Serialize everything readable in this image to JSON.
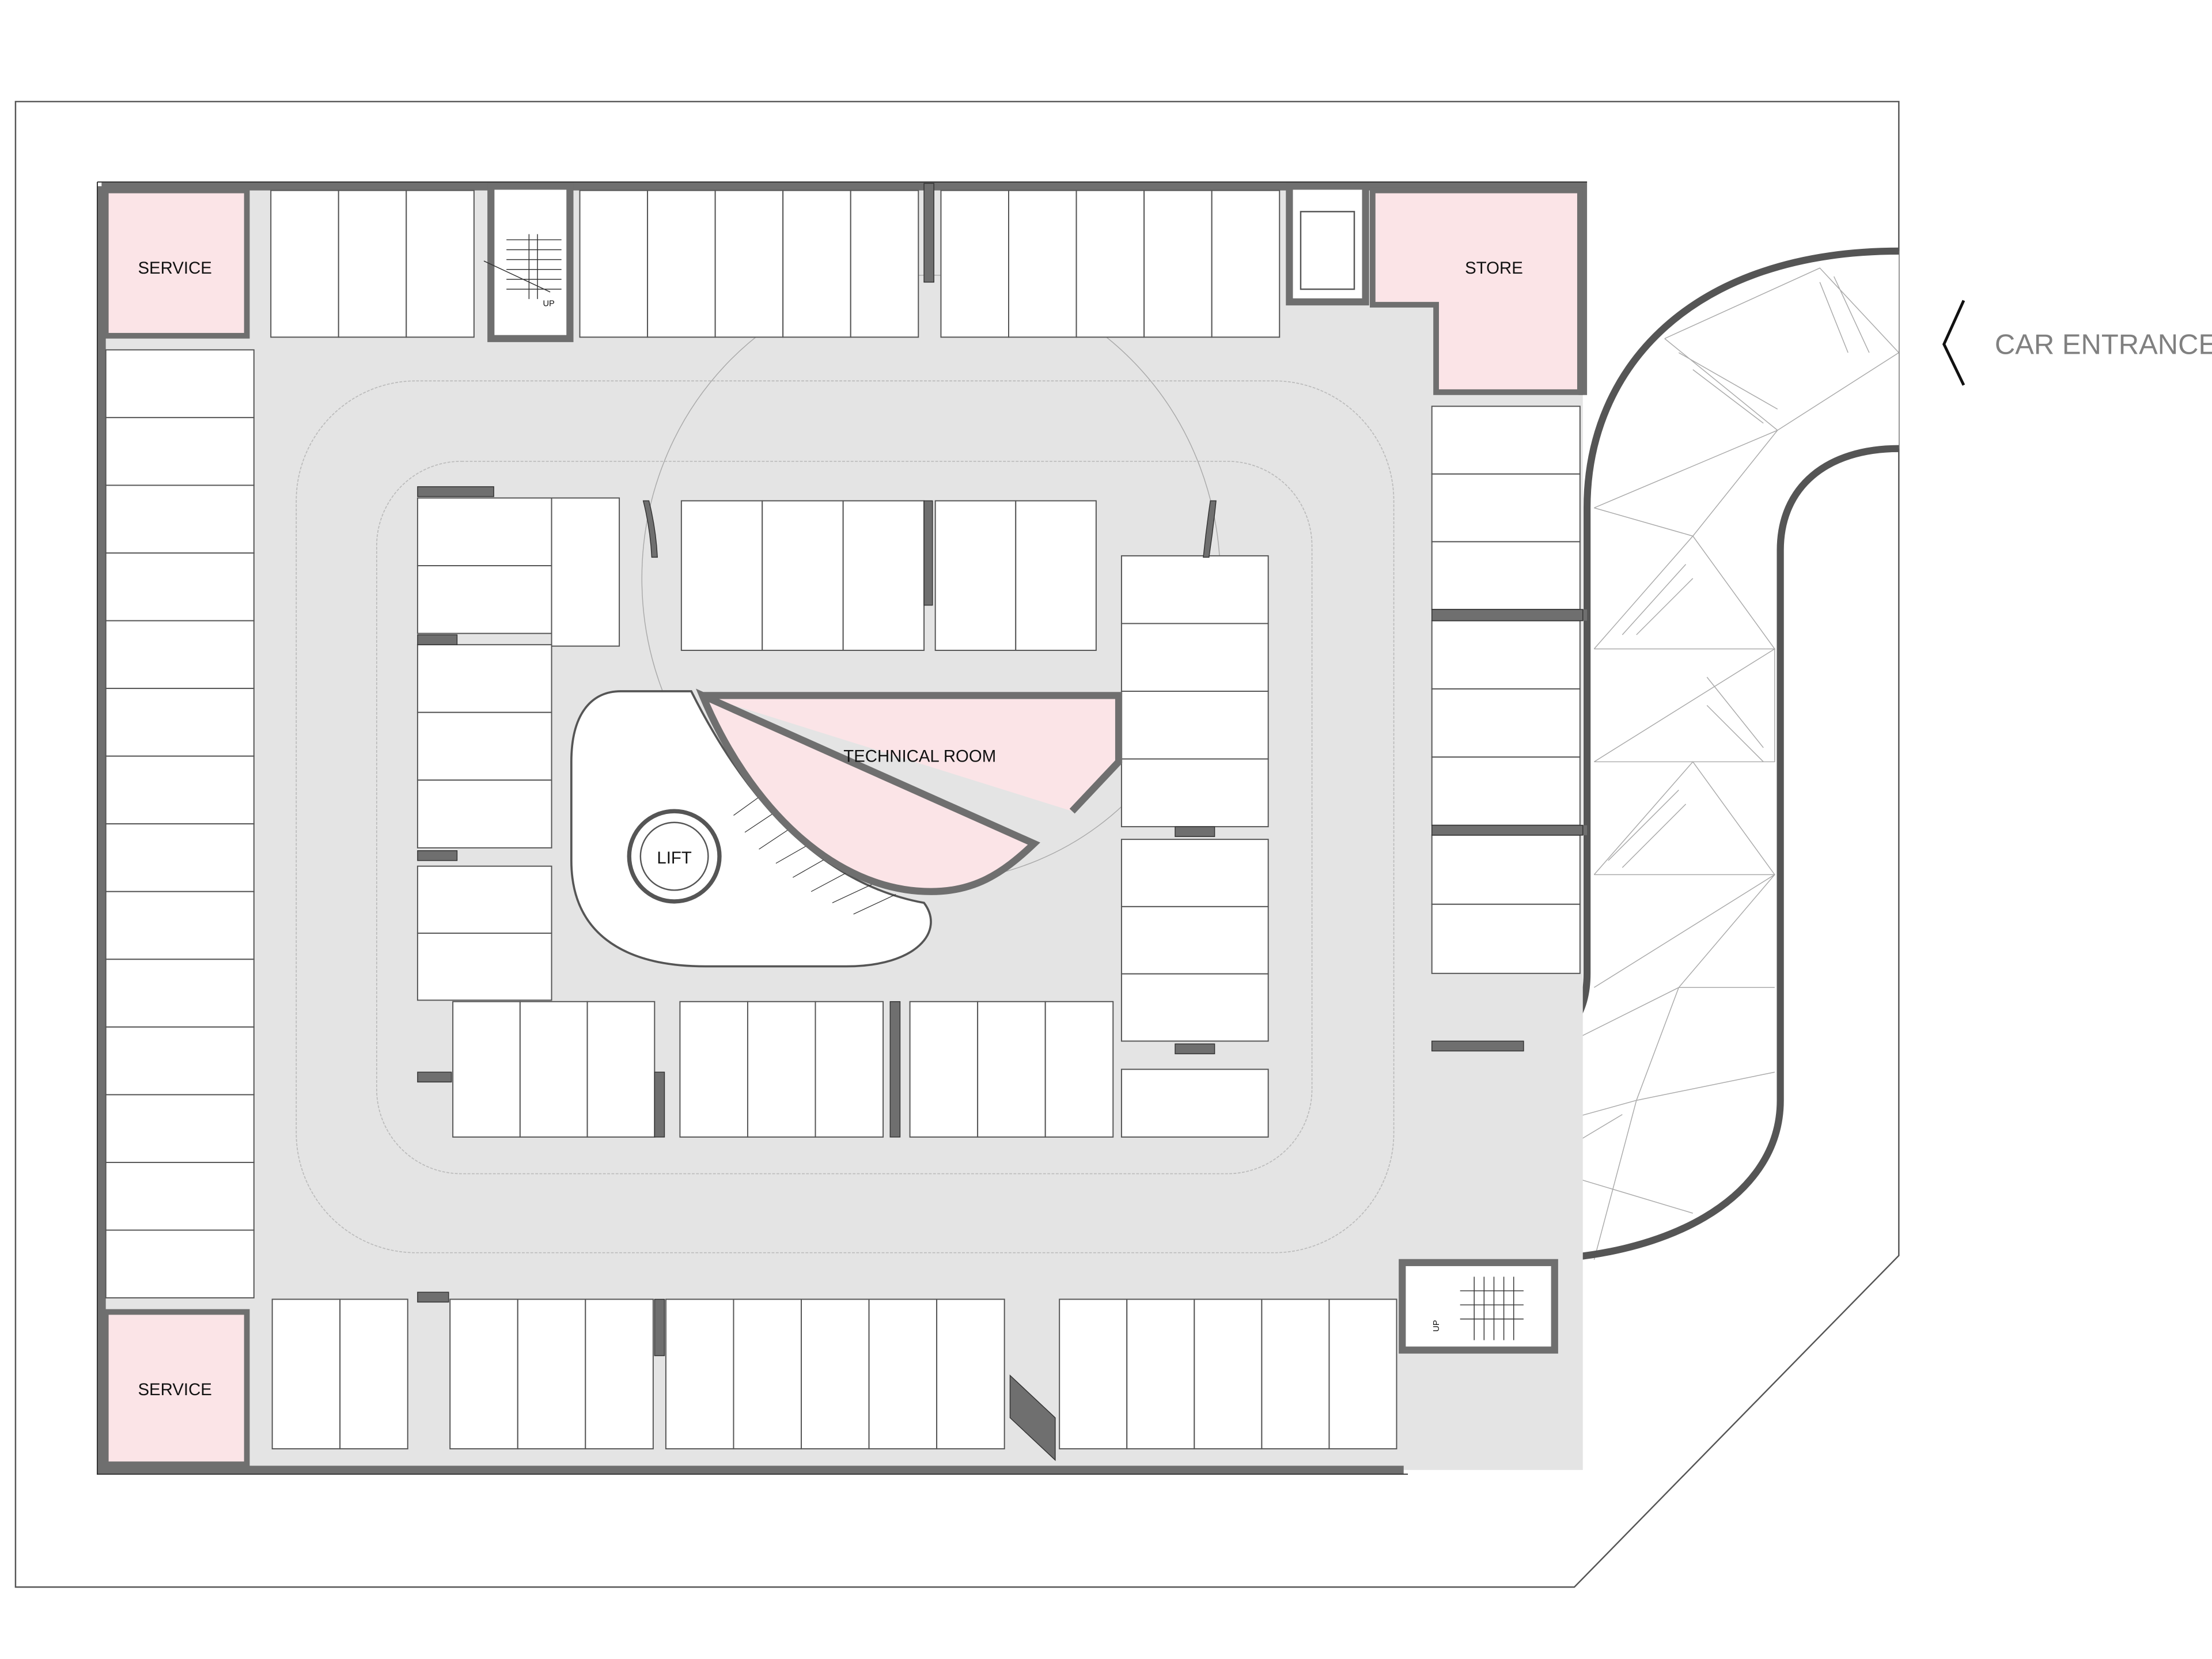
{
  "rooms": {
    "service_top": "SERVICE",
    "service_bottom": "SERVICE",
    "store": "STORE",
    "technical_room": "TECHNICAL ROOM",
    "lift": "LIFT"
  },
  "stairs": {
    "top_up": "UP",
    "bottom_up": "UP"
  },
  "entrance": {
    "label": "CAR ENTRANCE"
  },
  "colors": {
    "wall": "#6f6f6f",
    "floor": "#e4e4e4",
    "room_fill": "#fbe4e7",
    "stall": "#ffffff"
  }
}
